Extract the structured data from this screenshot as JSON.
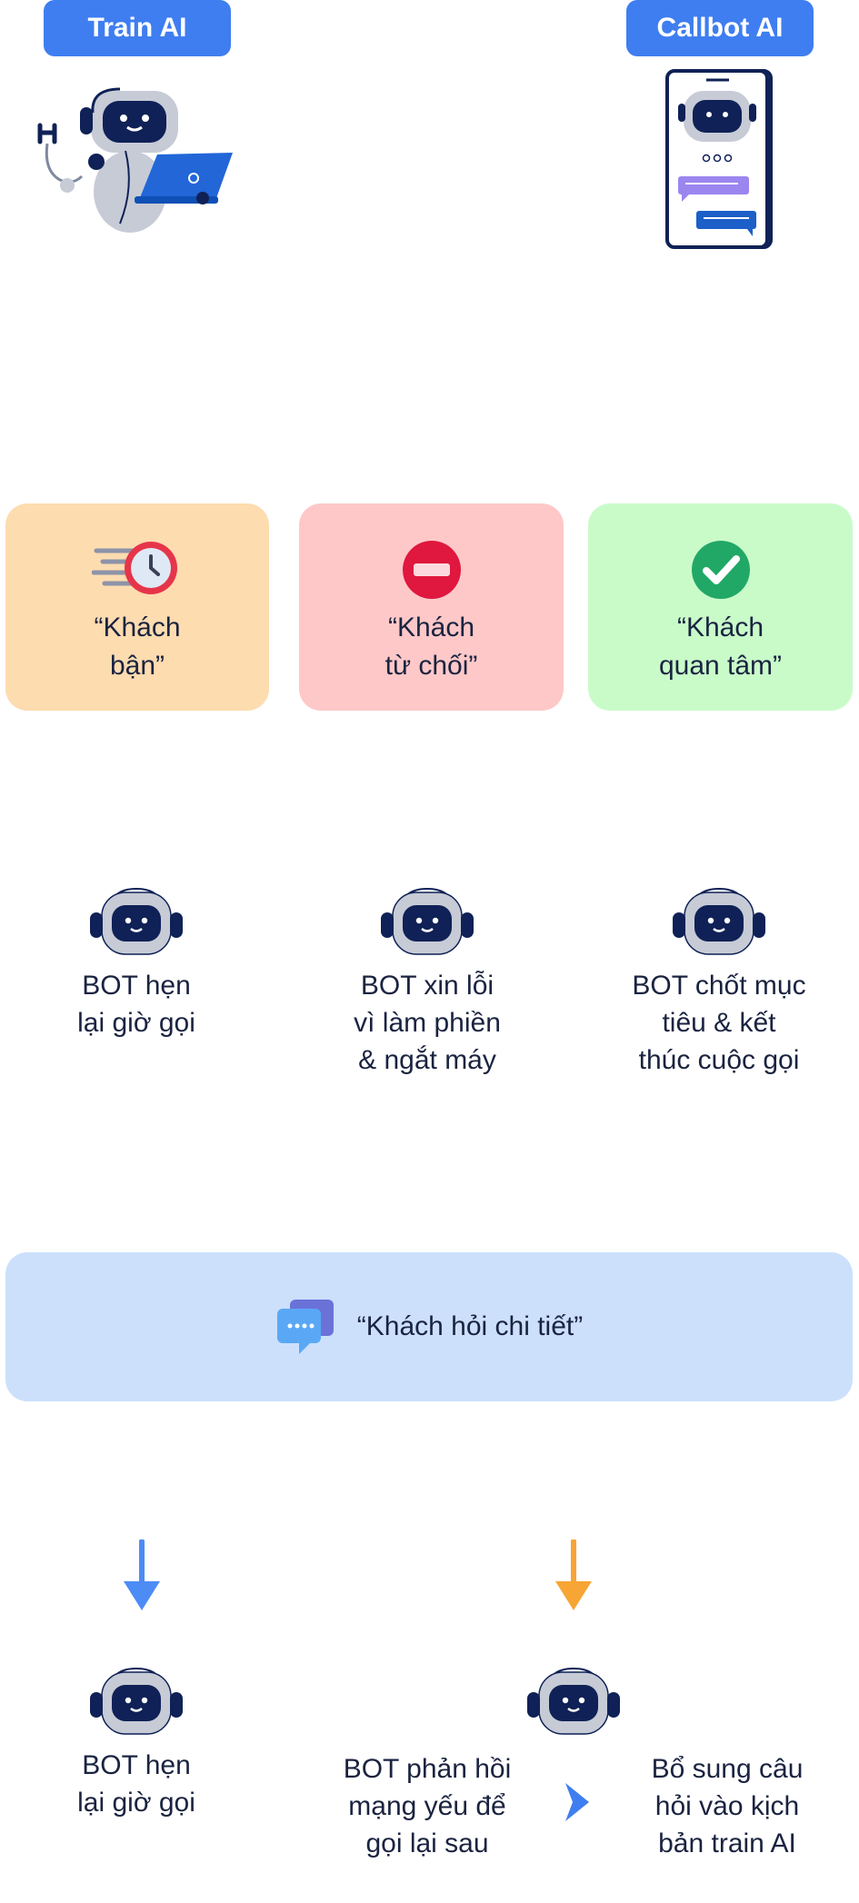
{
  "header": {
    "left_label": "Train AI",
    "right_label": "Callbot AI"
  },
  "cards": [
    {
      "line1": "“Khách",
      "line2": "bận”",
      "icon": "clock-speed-icon",
      "color": "#fddcb0"
    },
    {
      "line1": "“Khách",
      "line2": "từ chối”",
      "icon": "no-entry-icon",
      "color": "#fec8c8"
    },
    {
      "line1": "“Khách",
      "line2": "quan tâm”",
      "icon": "check-circle-icon",
      "color": "#c9fbc9"
    }
  ],
  "responses": [
    {
      "lines": [
        "BOT hẹn",
        "lại giờ gọi"
      ]
    },
    {
      "lines": [
        "BOT xin lỗi",
        "vì làm phiền",
        "& ngắt máy"
      ]
    },
    {
      "lines": [
        "BOT chốt mục",
        "tiêu & kết",
        "thúc cuộc gọi"
      ]
    }
  ],
  "detail_banner": {
    "text": "“Khách hỏi chi tiết”",
    "icon": "chat-bubbles-icon",
    "color": "#cce0fc"
  },
  "branches": {
    "left_arrow_color": "#4d8cf5",
    "right_arrow_color": "#f7a534",
    "left": {
      "lines": [
        "BOT hẹn",
        "lại giờ gọi"
      ]
    },
    "middle": {
      "lines": [
        "BOT phản hồi",
        "mạng yếu để",
        "gọi lại sau"
      ]
    },
    "right": {
      "lines": [
        "Bổ sung câu",
        "hỏi vào kịch",
        "bản train AI"
      ]
    }
  }
}
